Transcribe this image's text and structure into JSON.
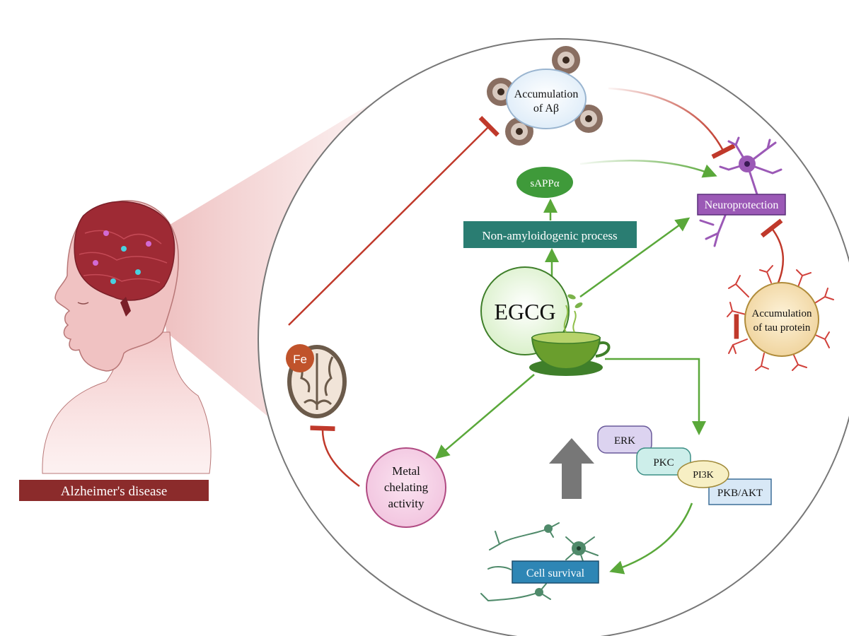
{
  "disease": {
    "label": "Alzheimer's disease"
  },
  "center": {
    "label": "EGCG"
  },
  "nodes": {
    "abeta": {
      "line1": "Accumulation",
      "line2": "of Aβ"
    },
    "sappa": {
      "label": "sAPPα"
    },
    "nonamyloid": {
      "label": "Non-amyloidogenic process"
    },
    "neuroprotection": {
      "label": "Neuroprotection"
    },
    "tau": {
      "line1": "Accumulation",
      "line2": "of tau protein"
    },
    "metal": {
      "line1": "Metal",
      "line2": "chelating",
      "line3": "activity"
    },
    "iron": {
      "label": "Fe"
    },
    "cell_survival": {
      "label": "Cell survival"
    }
  },
  "pathway": {
    "erk": "ERK",
    "pkc": "PKC",
    "pi3k": "PI3K",
    "pkb": "PKB/AKT"
  },
  "colors": {
    "inhibit": "#c0392b",
    "activate": "#5aa83a",
    "disease_banner": "#8b2b2b",
    "nonamyloid_box": "#2a7d72",
    "neuroprotection_box": "#9b59b6",
    "cell_survival_box": "#2e86b5",
    "sappa_oval": "#3f9a3a"
  },
  "icons": [
    "human-head-brain-icon",
    "green-tea-cup-icon",
    "amyloid-plaque-icon",
    "neuron-icon",
    "tau-tangle-icon",
    "brain-slice-icon",
    "up-arrow-icon"
  ]
}
